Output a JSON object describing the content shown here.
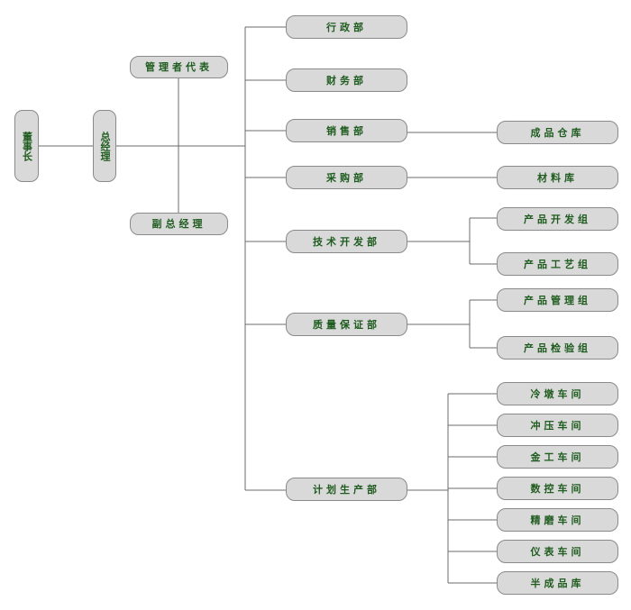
{
  "chairman": "董事长",
  "general_manager": "总经理",
  "management_representative": "管理者代表",
  "deputy_general_manager": "副总经理",
  "departments": {
    "admin": "行政部",
    "finance": "财务部",
    "sales": "销售部",
    "purchasing": "采购部",
    "tech_dev": "技术开发部",
    "quality": "质量保证部",
    "production": "计划生产部"
  },
  "sub_units": {
    "finished_goods_store": "成品仓库",
    "material_store": "材料库",
    "product_dev_group": "产品开发组",
    "product_process_group": "产品工艺组",
    "product_management_group": "产品管理组",
    "product_inspection_group": "产品检验组",
    "cold_heading_workshop": "冷墩车间",
    "stamping_workshop": "冲压车间",
    "metalwork_workshop": "金工车间",
    "cnc_workshop": "数控车间",
    "grinding_workshop": "精磨车间",
    "instrument_workshop": "仪表车间",
    "semi_finished_store": "半成品库"
  }
}
